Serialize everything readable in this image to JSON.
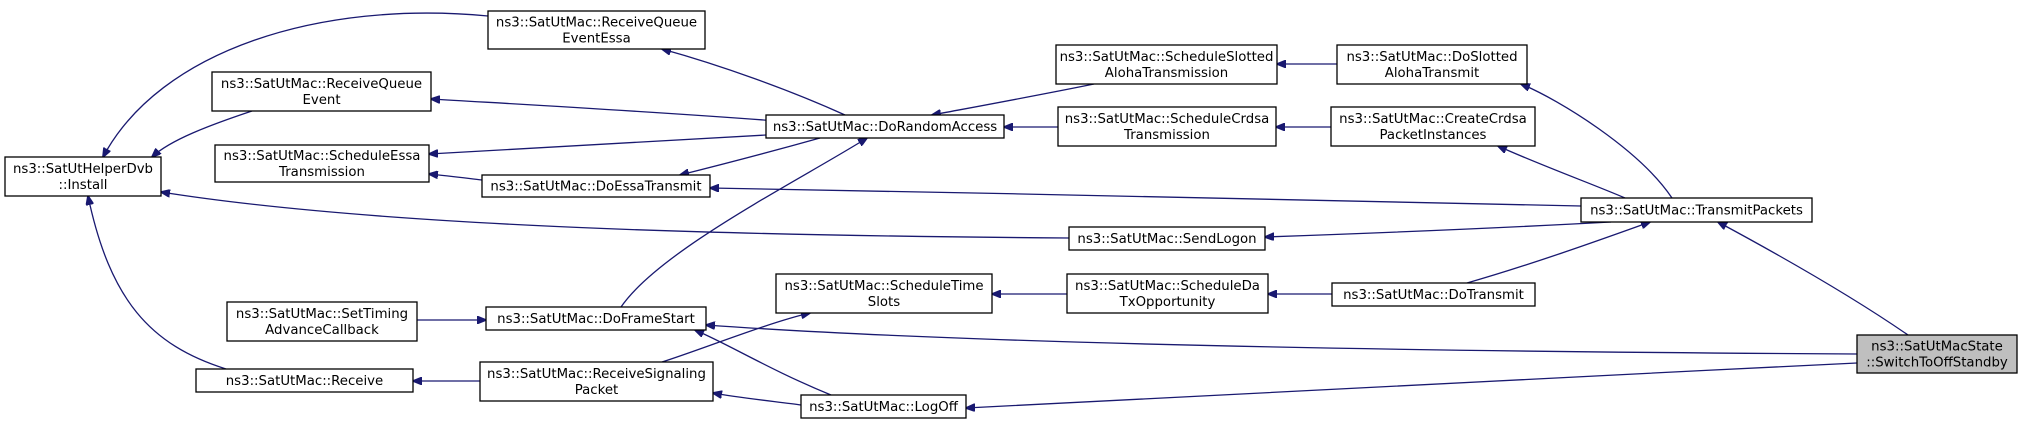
{
  "graph": {
    "edge_color": "#191970",
    "root_fill": "#bfbfbf",
    "nodes": [
      {
        "id": "install",
        "lines": [
          "ns3::SatUtHelperDvb",
          "::Install"
        ]
      },
      {
        "id": "receive-queue-event-essa",
        "lines": [
          "ns3::SatUtMac::ReceiveQueue",
          "EventEssa"
        ]
      },
      {
        "id": "receive-queue-event",
        "lines": [
          "ns3::SatUtMac::ReceiveQueue",
          "Event"
        ]
      },
      {
        "id": "schedule-essa-transmission",
        "lines": [
          "ns3::SatUtMac::ScheduleEssa",
          "Transmission"
        ]
      },
      {
        "id": "do-essa-transmit",
        "lines": [
          "ns3::SatUtMac::DoEssaTransmit"
        ]
      },
      {
        "id": "do-random-access",
        "lines": [
          "ns3::SatUtMac::DoRandomAccess"
        ]
      },
      {
        "id": "schedule-slotted-aloha-transmission",
        "lines": [
          "ns3::SatUtMac::ScheduleSlotted",
          "AlohaTransmission"
        ]
      },
      {
        "id": "schedule-crdsa-transmission",
        "lines": [
          "ns3::SatUtMac::ScheduleCrdsa",
          "Transmission"
        ]
      },
      {
        "id": "do-slotted-aloha-transmit",
        "lines": [
          "ns3::SatUtMac::DoSlotted",
          "AlohaTransmit"
        ]
      },
      {
        "id": "create-crdsa-packet-instances",
        "lines": [
          "ns3::SatUtMac::CreateCrdsa",
          "PacketInstances"
        ]
      },
      {
        "id": "transmit-packets",
        "lines": [
          "ns3::SatUtMac::TransmitPackets"
        ]
      },
      {
        "id": "send-logon",
        "lines": [
          "ns3::SatUtMac::SendLogon"
        ]
      },
      {
        "id": "set-timing-advance-callback",
        "lines": [
          "ns3::SatUtMac::SetTiming",
          "AdvanceCallback"
        ]
      },
      {
        "id": "do-frame-start",
        "lines": [
          "ns3::SatUtMac::DoFrameStart"
        ]
      },
      {
        "id": "schedule-time-slots",
        "lines": [
          "ns3::SatUtMac::ScheduleTime",
          "Slots"
        ]
      },
      {
        "id": "schedule-da-tx-opportunity",
        "lines": [
          "ns3::SatUtMac::ScheduleDa",
          "TxOpportunity"
        ]
      },
      {
        "id": "do-transmit",
        "lines": [
          "ns3::SatUtMac::DoTransmit"
        ]
      },
      {
        "id": "receive",
        "lines": [
          "ns3::SatUtMac::Receive"
        ]
      },
      {
        "id": "receive-signaling-packet",
        "lines": [
          "ns3::SatUtMac::ReceiveSignaling",
          "Packet"
        ]
      },
      {
        "id": "log-off",
        "lines": [
          "ns3::SatUtMac::LogOff"
        ]
      },
      {
        "id": "switch-to-off-standby",
        "lines": [
          "ns3::SatUtMacState",
          "::SwitchToOffStandby"
        ],
        "root": true
      }
    ],
    "edges": [
      {
        "from": "receive-queue-event-essa",
        "to": "install"
      },
      {
        "from": "receive-queue-event",
        "to": "install"
      },
      {
        "from": "do-essa-transmit",
        "to": "schedule-essa-transmission"
      },
      {
        "from": "do-random-access",
        "to": "receive-queue-event-essa"
      },
      {
        "from": "do-random-access",
        "to": "receive-queue-event"
      },
      {
        "from": "do-random-access",
        "to": "schedule-essa-transmission"
      },
      {
        "from": "do-random-access",
        "to": "do-essa-transmit"
      },
      {
        "from": "schedule-slotted-aloha-transmission",
        "to": "do-random-access"
      },
      {
        "from": "schedule-crdsa-transmission",
        "to": "do-random-access"
      },
      {
        "from": "do-frame-start",
        "to": "do-random-access"
      },
      {
        "from": "do-slotted-aloha-transmit",
        "to": "schedule-slotted-aloha-transmission"
      },
      {
        "from": "create-crdsa-packet-instances",
        "to": "schedule-crdsa-transmission"
      },
      {
        "from": "transmit-packets",
        "to": "do-slotted-aloha-transmit"
      },
      {
        "from": "transmit-packets",
        "to": "create-crdsa-packet-instances"
      },
      {
        "from": "transmit-packets",
        "to": "do-essa-transmit"
      },
      {
        "from": "transmit-packets",
        "to": "send-logon"
      },
      {
        "from": "send-logon",
        "to": "install"
      },
      {
        "from": "set-timing-advance-callback",
        "to": "do-frame-start"
      },
      {
        "from": "schedule-time-slots",
        "to": "receive-signaling-packet"
      },
      {
        "from": "schedule-da-tx-opportunity",
        "to": "schedule-time-slots"
      },
      {
        "from": "do-transmit",
        "to": "schedule-da-tx-opportunity"
      },
      {
        "from": "do-transmit",
        "to": "transmit-packets"
      },
      {
        "from": "receive",
        "to": "install"
      },
      {
        "from": "receive-signaling-packet",
        "to": "receive"
      },
      {
        "from": "log-off",
        "to": "do-frame-start"
      },
      {
        "from": "log-off",
        "to": "receive-signaling-packet"
      },
      {
        "from": "switch-to-off-standby",
        "to": "transmit-packets"
      },
      {
        "from": "switch-to-off-standby",
        "to": "do-frame-start"
      },
      {
        "from": "switch-to-off-standby",
        "to": "log-off"
      }
    ]
  }
}
